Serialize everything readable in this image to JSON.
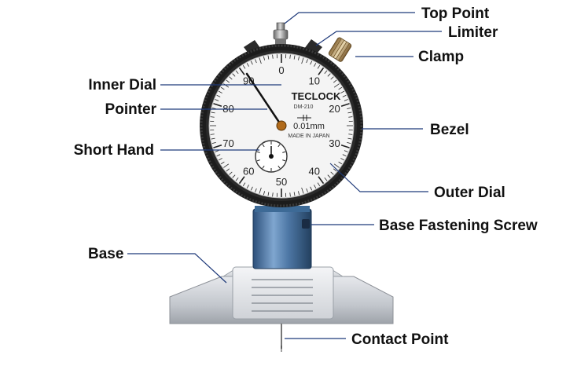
{
  "labels": {
    "top_point": "Top Point",
    "limiter": "Limiter",
    "clamp": "Clamp",
    "inner_dial": "Inner Dial",
    "pointer": "Pointer",
    "short_hand": "Short Hand",
    "bezel": "Bezel",
    "outer_dial": "Outer Dial",
    "base_fastening_screw": "Base Fastening Screw",
    "base": "Base",
    "contact_point": "Contact Point"
  },
  "dial": {
    "brand": "TECLOCK",
    "model": "DM-210",
    "resolution": "0.01mm",
    "origin": "MADE IN JAPAN",
    "numbers": [
      "0",
      "10",
      "20",
      "30",
      "40",
      "50",
      "60",
      "70",
      "80",
      "90"
    ]
  },
  "colors": {
    "leader": "#1f3a7a",
    "bezel": "#1c1c1c",
    "face": "#f4f4f4",
    "stem": "#4f7fb0",
    "base": "#c9ccd1"
  }
}
